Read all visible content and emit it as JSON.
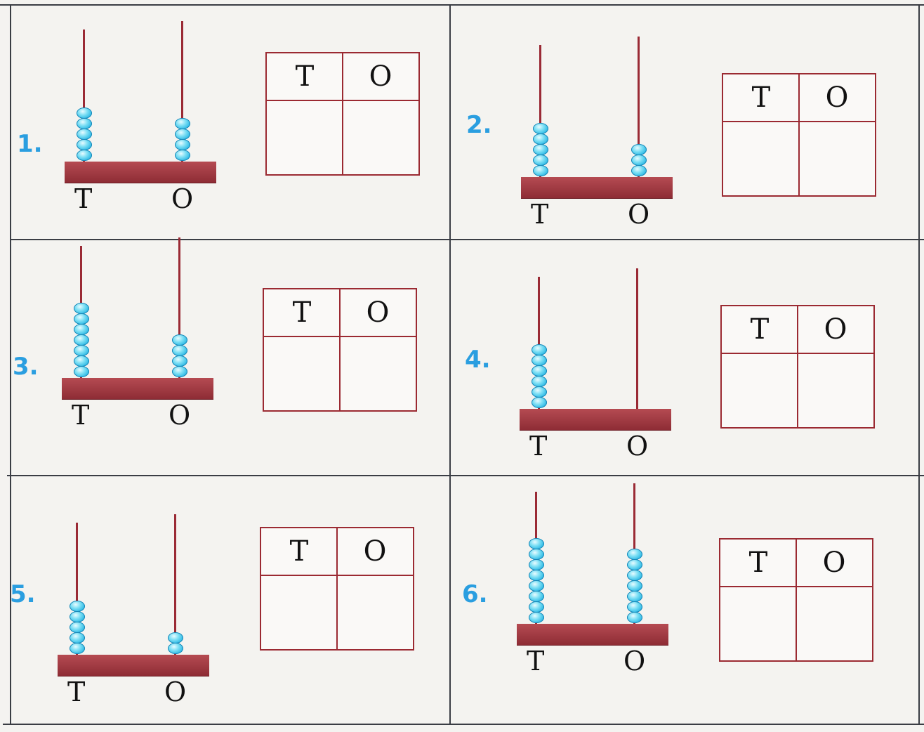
{
  "header": {
    "tens": "T",
    "ones": "O"
  },
  "problems": [
    {
      "number": "1.",
      "tens_beads": 5,
      "ones_beads": 4
    },
    {
      "number": "2.",
      "tens_beads": 5,
      "ones_beads": 3
    },
    {
      "number": "3.",
      "tens_beads": 7,
      "ones_beads": 4
    },
    {
      "number": "4.",
      "tens_beads": 6,
      "ones_beads": 0
    },
    {
      "number": "5.",
      "tens_beads": 5,
      "ones_beads": 2
    },
    {
      "number": "6.",
      "tens_beads": 8,
      "ones_beads": 7
    }
  ],
  "colors": {
    "number": "#2a9ee0",
    "rod": "#9a2a35",
    "bead": "#27b6e3",
    "table_border": "#9b2a32",
    "grid": "#3a3d44"
  }
}
